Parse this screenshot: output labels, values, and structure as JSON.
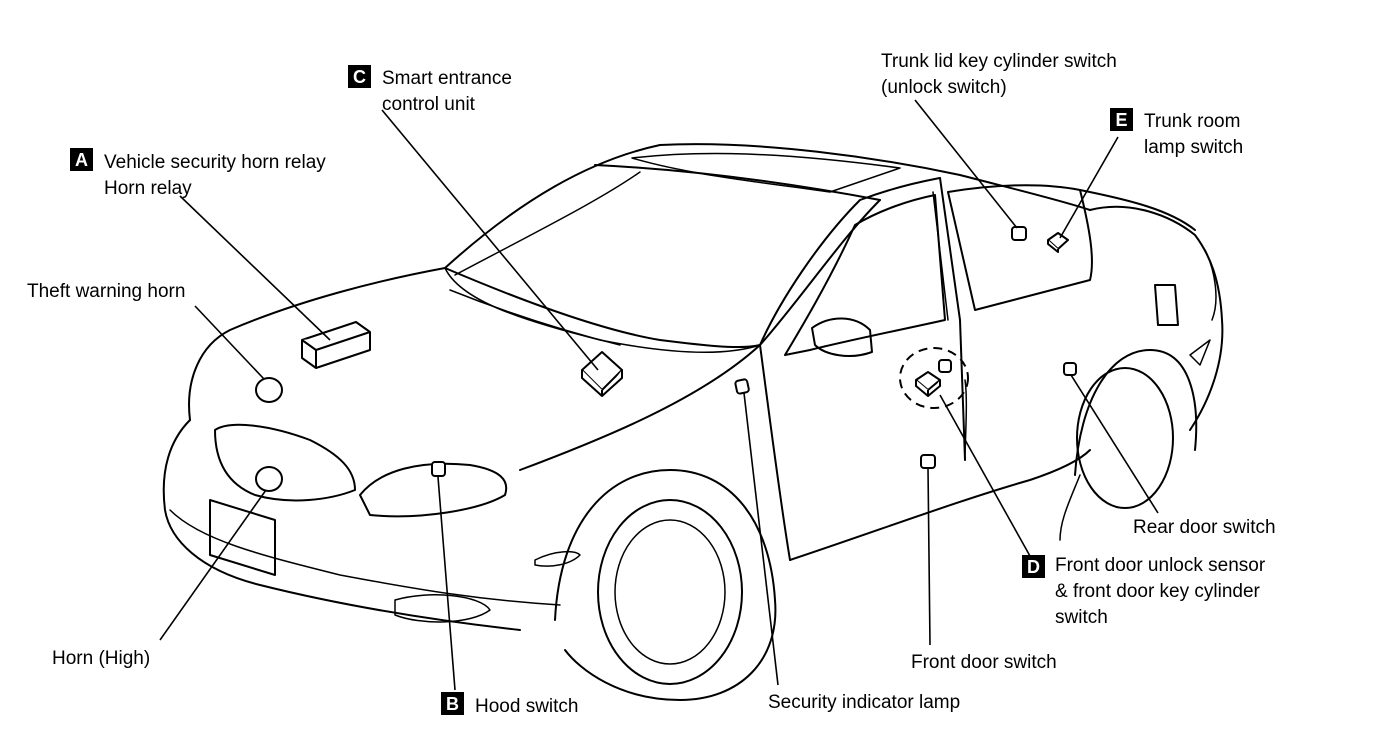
{
  "diagram": {
    "colors": {
      "line": "#000000",
      "background": "#ffffff",
      "badge_fill": "#000000",
      "badge_text": "#ffffff"
    },
    "components": {
      "A": {
        "letter": "A",
        "lines": [
          "Vehicle security horn relay",
          "Horn relay"
        ],
        "icon": "relay-box-icon"
      },
      "B": {
        "letter": "B",
        "lines": [
          "Hood switch"
        ],
        "icon": "plunger-switch-icon"
      },
      "C": {
        "letter": "C",
        "lines": [
          "Smart entrance",
          "control unit"
        ],
        "icon": "control-unit-box-icon"
      },
      "D": {
        "letter": "D",
        "lines": [
          "Front door unlock sensor",
          "& front door key cylinder",
          "switch"
        ],
        "icon": "door-sensor-icon"
      },
      "E": {
        "letter": "E",
        "lines": [
          "Trunk room",
          "lamp switch"
        ],
        "icon": "small-switch-icon"
      }
    },
    "labels": {
      "theft_warning_horn": "Theft warning horn",
      "horn_high": "Horn (High)",
      "trunk_lid_key_cylinder": [
        "Trunk lid key cylinder switch",
        "(unlock switch)"
      ],
      "rear_door_switch": "Rear door switch",
      "front_door_switch": "Front door switch",
      "security_indicator_lamp": "Security indicator lamp"
    }
  }
}
